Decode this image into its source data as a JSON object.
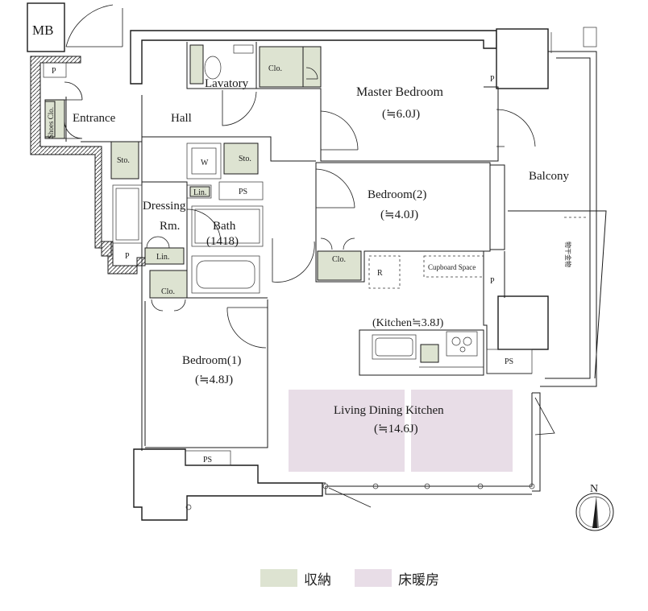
{
  "rooms": {
    "mb": "MB",
    "lavatory": "Lavatory",
    "hall": "Hall",
    "entrance": "Entrance",
    "master_bedroom": "Master Bedroom",
    "master_bedroom_size": "(≒6.0J)",
    "bedroom2": "Bedroom(2)",
    "bedroom2_size": "(≒4.0J)",
    "balcony": "Balcony",
    "dressing": "Dressing",
    "dressing_rm": "Rm.",
    "bath": "Bath",
    "bath_size": "(1418)",
    "kitchen": "(Kitchen≒3.8J)",
    "bedroom1": "Bedroom(1)",
    "bedroom1_size": "(≒4.8J)",
    "ldk": "Living Dining Kitchen",
    "ldk_size": "(≒14.6J)"
  },
  "fixtures": {
    "shoes_clo": "Shoes Clo.",
    "clo": "Clo.",
    "sto": "Sto.",
    "lin": "Lin.",
    "ps": "PS",
    "p": "P",
    "w": "W",
    "r": "R",
    "cupboard_space": "Cupboard Space",
    "drying_rack": "物干金物"
  },
  "compass": {
    "north": "N"
  },
  "legend": [
    {
      "label": "収納",
      "color": "#dde3d1"
    },
    {
      "label": "床暖房",
      "color": "#e8dde7"
    }
  ]
}
